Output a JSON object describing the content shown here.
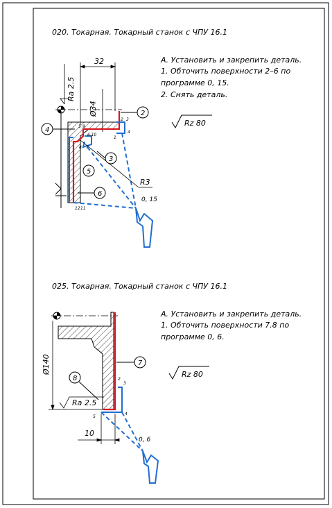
{
  "op1": {
    "title": "020. Токарная. Токарный станок с ЧПУ 16.1",
    "steps": [
      "А. Установить и закрепить деталь.",
      "1. Обточить поверхности 2–6 по",
      "программе 0, 15.",
      "2. Снять деталь."
    ],
    "roughness": "Rz 80",
    "ra": "Ra 2.5",
    "dim_32": "32",
    "dia": "Ø34",
    "radius": "R3",
    "offset": "0, 15",
    "balloons": [
      "2",
      "3",
      "4",
      "5",
      "6"
    ],
    "pts": [
      "5",
      "9",
      "2",
      "3",
      "6,10",
      "1",
      "4",
      "7",
      "8",
      "12",
      "11"
    ]
  },
  "op2": {
    "title": "025. Токарная. Токарный станок с ЧПУ 16.1",
    "steps": [
      "А. Установить и закрепить деталь.",
      "1. Обточить поверхности 7.8 по",
      "программе 0, 6."
    ],
    "roughness": "Rz 80",
    "ra": "Ra 2.5",
    "dia": "Ø140",
    "dim_10": "10",
    "offset": "0, 6",
    "balloons": [
      "7",
      "8"
    ],
    "pts": [
      "2",
      "3",
      "5",
      "4"
    ]
  }
}
